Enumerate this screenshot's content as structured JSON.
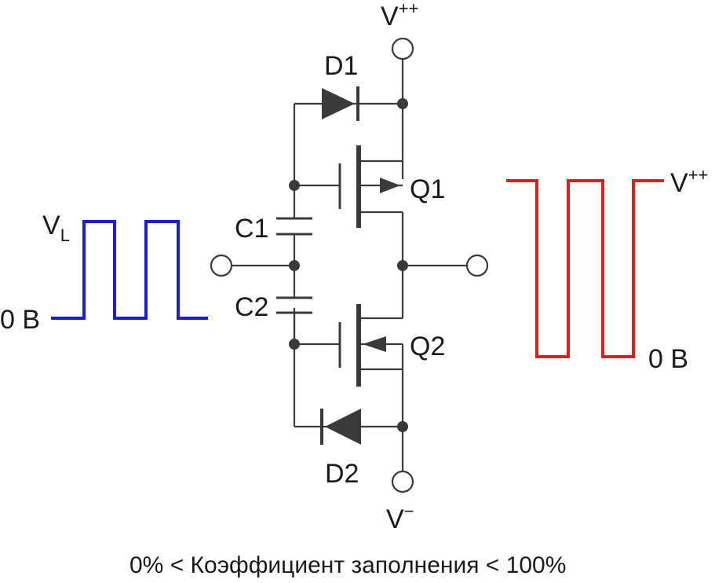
{
  "labels": {
    "vpp_top": "V",
    "vpp_top_sup": "++",
    "vpp_out": "V",
    "vpp_out_sup": "++",
    "vminus": "V",
    "vminus_sup": "−",
    "vl": "V",
    "vl_sub": "L",
    "zero_in": "0 В",
    "zero_out": "0 В",
    "d1": "D1",
    "d2": "D2",
    "q1": "Q1",
    "q2": "Q2",
    "c1": "C1",
    "c2": "C2",
    "caption": "0% < Коэффициент заполнения < 100%"
  },
  "colors": {
    "input_wave": "#1a1ae6",
    "output_wave": "#e61a1a",
    "wire": "#3a3a3a"
  }
}
